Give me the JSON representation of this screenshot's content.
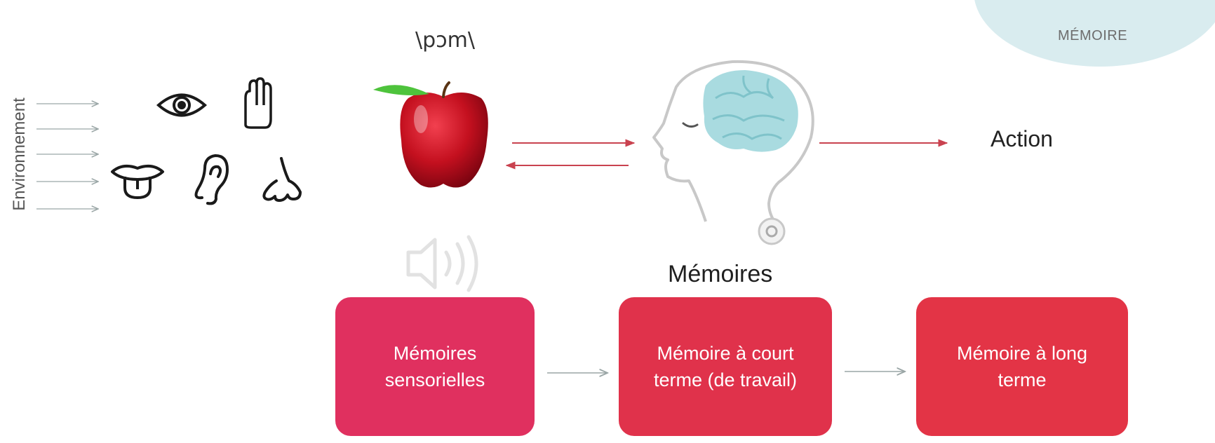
{
  "badge": {
    "label": "MÉMOIRE",
    "color": "#d9ecef"
  },
  "environment_label": "Environnement",
  "phonetic": "\\pɔm\\",
  "action_label": "Action",
  "memories_title": "Mémoires",
  "boxes": [
    {
      "line1": "Mémoires",
      "line2": "sensorielles",
      "color": "#e0305f"
    },
    {
      "line1": "Mémoire à court",
      "line2": "terme (de travail)",
      "color": "#e0324b"
    },
    {
      "line1": "Mémoire à long",
      "line2": "terme",
      "color": "#e33446"
    }
  ],
  "icons": [
    "eye-icon",
    "hand-icon",
    "tongue-icon",
    "ear-icon",
    "nose-icon",
    "apple-image",
    "head-brain-icon",
    "speaker-icon"
  ],
  "colors": {
    "arrow_red": "#c9424f",
    "arrow_gray": "#9aa6a6",
    "brain": "#a9dbe0"
  }
}
